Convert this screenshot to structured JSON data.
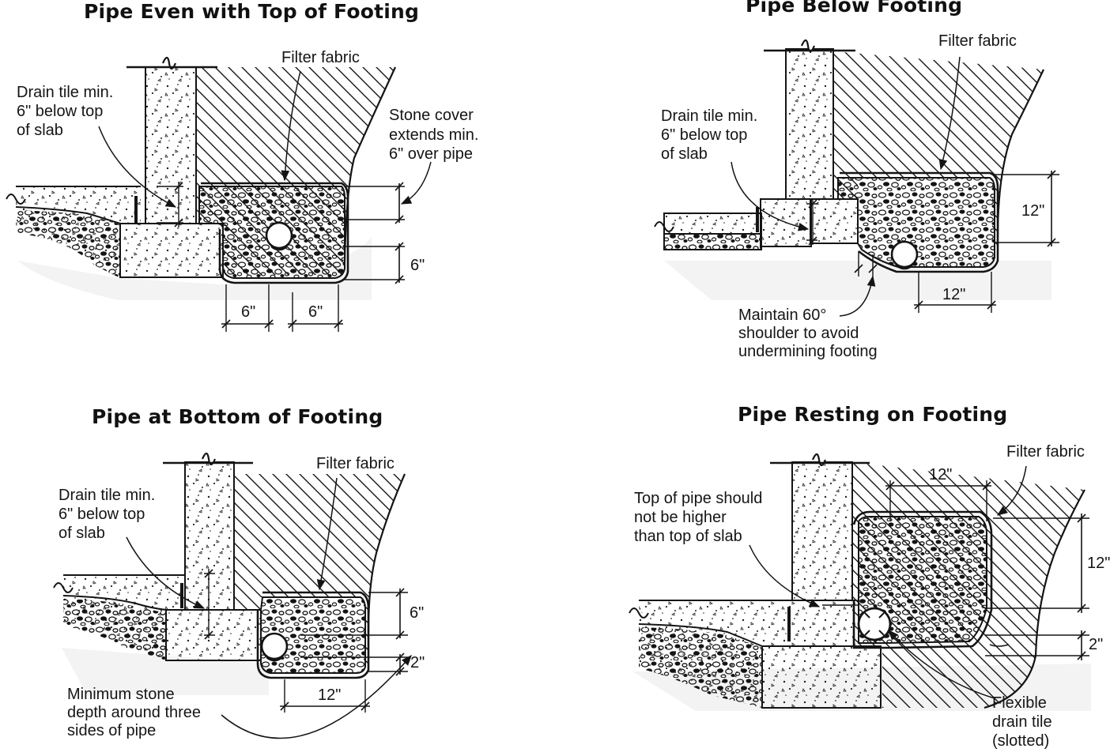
{
  "colors": {
    "ink": "#141414",
    "paper": "#ffffff",
    "shade": "#f2f2f2"
  },
  "panels": [
    {
      "id": "pipe-even",
      "title": "Pipe Even with Top of Footing",
      "labels": {
        "filter_fabric": "Filter fabric",
        "drain_tile": [
          "Drain tile min.",
          "6\" below top",
          "of slab"
        ],
        "stone_cover": [
          "Stone cover",
          "extends min.",
          "6\" over pipe"
        ]
      },
      "dims": {
        "vertical": "6\"",
        "horiz_left": "6\"",
        "horiz_right": "6\""
      }
    },
    {
      "id": "pipe-below",
      "title": "Pipe Below Footing",
      "labels": {
        "filter_fabric": "Filter fabric",
        "drain_tile": [
          "Drain tile min.",
          "6\" below top",
          "of slab"
        ],
        "shoulder": [
          "Maintain 60°",
          "shoulder to avoid",
          "undermining footing"
        ]
      },
      "dims": {
        "vertical": "12\"",
        "horizontal": "12\""
      }
    },
    {
      "id": "pipe-bottom",
      "title": "Pipe at Bottom of Footing",
      "labels": {
        "filter_fabric": "Filter fabric",
        "drain_tile": [
          "Drain tile min.",
          "6\" below top",
          "of slab"
        ],
        "minimum_stone": [
          "Minimum stone",
          "depth around three",
          "sides of pipe"
        ]
      },
      "dims": {
        "vertical_top": "6\"",
        "vertical_bottom": "2\"",
        "horizontal": "12\""
      }
    },
    {
      "id": "pipe-resting",
      "title": "Pipe Resting on Footing",
      "labels": {
        "filter_fabric": "Filter fabric",
        "top_of_pipe": [
          "Top of pipe should",
          "not be higher",
          "than top of slab"
        ],
        "flexible": [
          "Flexible",
          "drain tile",
          "(slotted)"
        ]
      },
      "dims": {
        "horizontal_top": "12\"",
        "vertical": "12\"",
        "vertical_small": "2\""
      }
    }
  ]
}
